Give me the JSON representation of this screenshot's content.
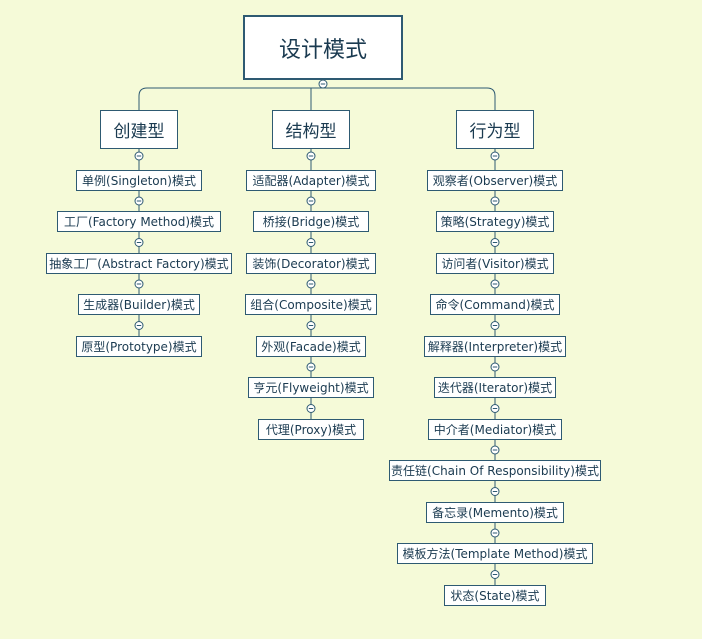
{
  "root": {
    "label": "设计模式"
  },
  "categories": [
    {
      "label": "创建型",
      "patterns": [
        "单例(Singleton)模式",
        "工厂(Factory Method)模式",
        "抽象工厂(Abstract Factory)模式",
        "生成器(Builder)模式",
        "原型(Prototype)模式"
      ]
    },
    {
      "label": "结构型",
      "patterns": [
        "适配器(Adapter)模式",
        "桥接(Bridge)模式",
        "装饰(Decorator)模式",
        "组合(Composite)模式",
        "外观(Facade)模式",
        "亨元(Flyweight)模式",
        "代理(Proxy)模式"
      ]
    },
    {
      "label": "行为型",
      "patterns": [
        "观察者(Observer)模式",
        "策略(Strategy)模式",
        "访问者(Visitor)模式",
        "命令(Command)模式",
        "解释器(Interpreter)模式",
        "迭代器(Iterator)模式",
        "中介者(Mediator)模式",
        "责任链(Chain Of Responsibility)模式",
        "备忘录(Memento)模式",
        "模板方法(Template Method)模式",
        "状态(State)模式"
      ]
    }
  ],
  "colors": {
    "background": "#f5fad8",
    "node_border": "#2e5a72",
    "connector": "#2e5a72",
    "text": "#1a3a50"
  },
  "icons": {
    "collapse": "minus-circle-icon"
  }
}
